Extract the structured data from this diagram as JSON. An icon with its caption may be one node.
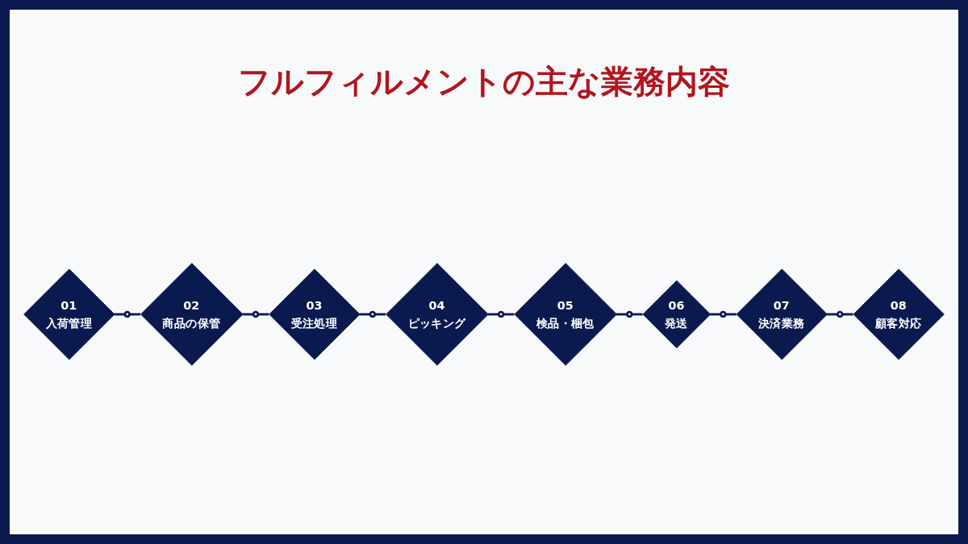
{
  "diagram": {
    "title": "フルフィルメントの主な業務内容",
    "nodes": [
      {
        "text": [
          "01",
          "入荷管理"
        ]
      },
      {
        "text": [],
        "shape": "circle"
      },
      {
        "text": [
          "02",
          "商品の保管"
        ]
      },
      {
        "text": [],
        "shape": "circle"
      },
      {
        "text": [
          "03",
          "受注処理"
        ]
      },
      {
        "text": [],
        "shape": "circle"
      },
      {
        "text": [
          "04",
          "ピッキング"
        ]
      },
      {
        "text": [],
        "shape": "circle"
      },
      {
        "text": [
          "05",
          "検品・梱包"
        ]
      },
      {
        "text": [],
        "shape": "circle"
      },
      {
        "text": [
          "06",
          "発送"
        ]
      },
      {
        "text": [],
        "shape": "circle"
      },
      {
        "text": [
          "07",
          "決済業務"
        ]
      },
      {
        "text": [],
        "shape": "circle"
      },
      {
        "text": [
          "08",
          "顧客対応"
        ]
      }
    ],
    "edges": [
      {
        "from": 0,
        "to": 1,
        "arrow": "none"
      },
      {
        "from": 1,
        "to": 2,
        "arrow": "none"
      },
      {
        "from": 2,
        "to": 3,
        "arrow": "none"
      },
      {
        "from": 3,
        "to": 4,
        "arrow": "none"
      },
      {
        "from": 4,
        "to": 5,
        "arrow": "none"
      },
      {
        "from": 5,
        "to": 6,
        "arrow": "none"
      },
      {
        "from": 6,
        "to": 7,
        "arrow": "none"
      },
      {
        "from": 7,
        "to": 8,
        "arrow": "none"
      },
      {
        "from": 8,
        "to": 9,
        "arrow": "none"
      },
      {
        "from": 9,
        "to": 10,
        "arrow": "none"
      },
      {
        "from": 10,
        "to": 11,
        "arrow": "none"
      },
      {
        "from": 11,
        "to": 12,
        "arrow": "none"
      },
      {
        "from": 12,
        "to": 13,
        "arrow": "none"
      },
      {
        "from": 13,
        "to": 14,
        "arrow": "none"
      }
    ]
  }
}
